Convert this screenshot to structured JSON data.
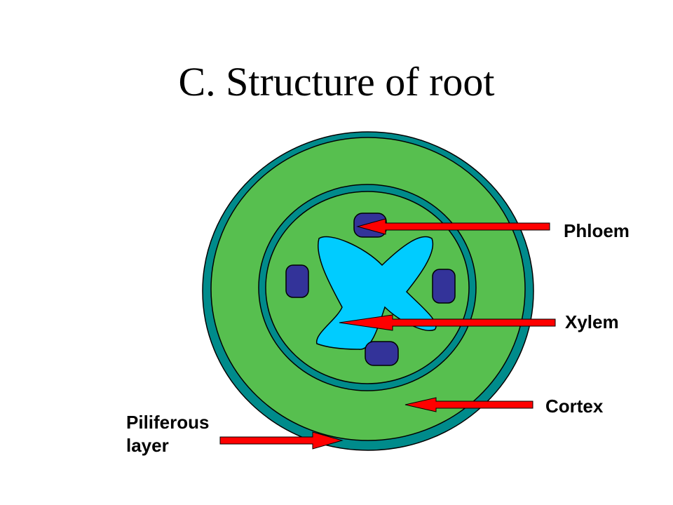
{
  "title": "C. Structure of root",
  "labels": {
    "phloem": "Phloem",
    "xylem": "Xylem",
    "cortex": "Cortex",
    "piliferous_line1": "Piliferous",
    "piliferous_line2": "layer"
  },
  "colors": {
    "outer_ring": "#008B8B",
    "cortex": "#57BF4F",
    "xylem": "#00CCFF",
    "phloem": "#333399",
    "arrow": "#FF0000"
  }
}
